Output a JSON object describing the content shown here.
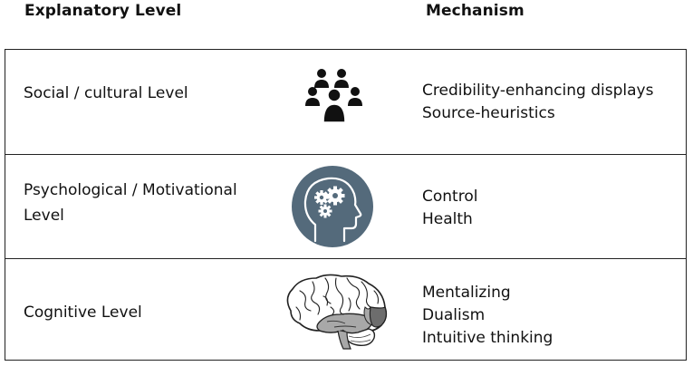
{
  "headers": {
    "level": "Explanatory Level",
    "mechanism": "Mechanism"
  },
  "rows": [
    {
      "level_lines": [
        "Social / cultural Level"
      ],
      "icon": "group-people-icon",
      "mechanisms": [
        "Credibility-enhancing displays",
        "Source-heuristics"
      ]
    },
    {
      "level_lines": [
        "Psychological / Motivational",
        "Level"
      ],
      "icon": "head-gears-icon",
      "mechanisms": [
        "Control",
        "Health"
      ]
    },
    {
      "level_lines": [
        "Cognitive Level"
      ],
      "icon": "brain-icon",
      "mechanisms": [
        "Mentalizing",
        "Dualism",
        "Intuitive thinking"
      ]
    }
  ],
  "colors": {
    "head_circle": "#546a7b",
    "brain_gray": "#a8a8a8",
    "brain_dark": "#6d6d6d",
    "border": "#222222"
  }
}
